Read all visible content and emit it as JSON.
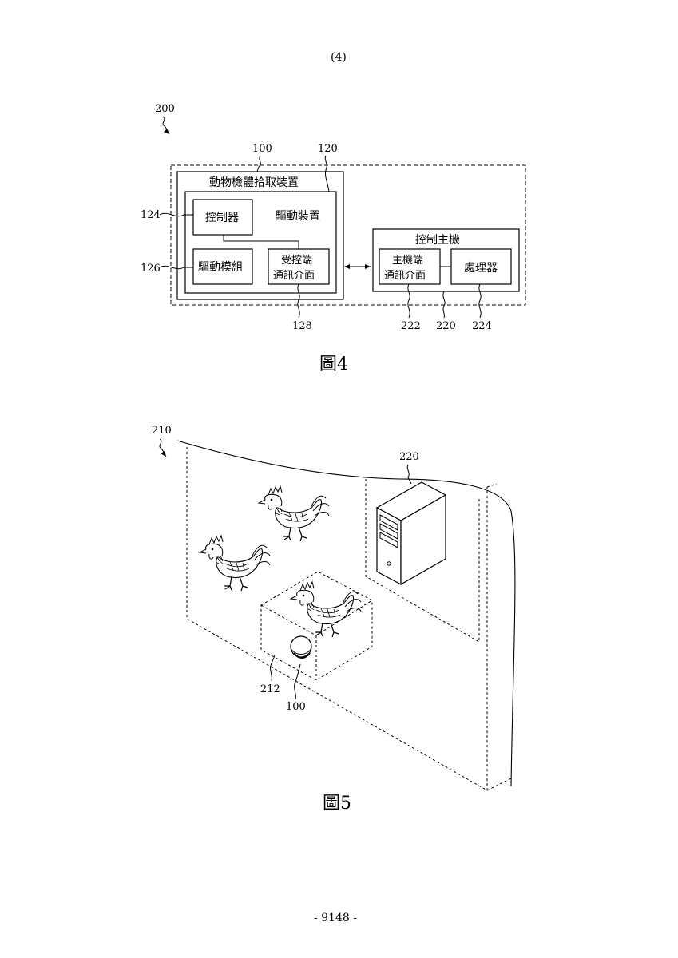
{
  "header": {
    "page_label": "(4)"
  },
  "footer": {
    "page_number": "- 9148 -"
  },
  "figure4": {
    "caption": "圖4",
    "system_ref": "200",
    "device_ref": "100",
    "drive_ref": "120",
    "device_title": "動物檢體拾取裝置",
    "drive_title": "驅動裝置",
    "controller": {
      "label": "控制器",
      "ref": "124"
    },
    "drive_module": {
      "label": "驅動模組",
      "ref": "126"
    },
    "slave_comm": {
      "line1": "受控端",
      "line2": "通訊介面",
      "ref": "128"
    },
    "host": {
      "title": "控制主機",
      "ref": "220",
      "comm": {
        "line1": "主機端",
        "line2": "通訊介面",
        "ref": "222"
      },
      "processor": {
        "label": "處理器",
        "ref": "224"
      }
    }
  },
  "figure5": {
    "caption": "圖5",
    "space_ref": "210",
    "host_ref": "220",
    "area_ref": "212",
    "device_ref": "100"
  }
}
